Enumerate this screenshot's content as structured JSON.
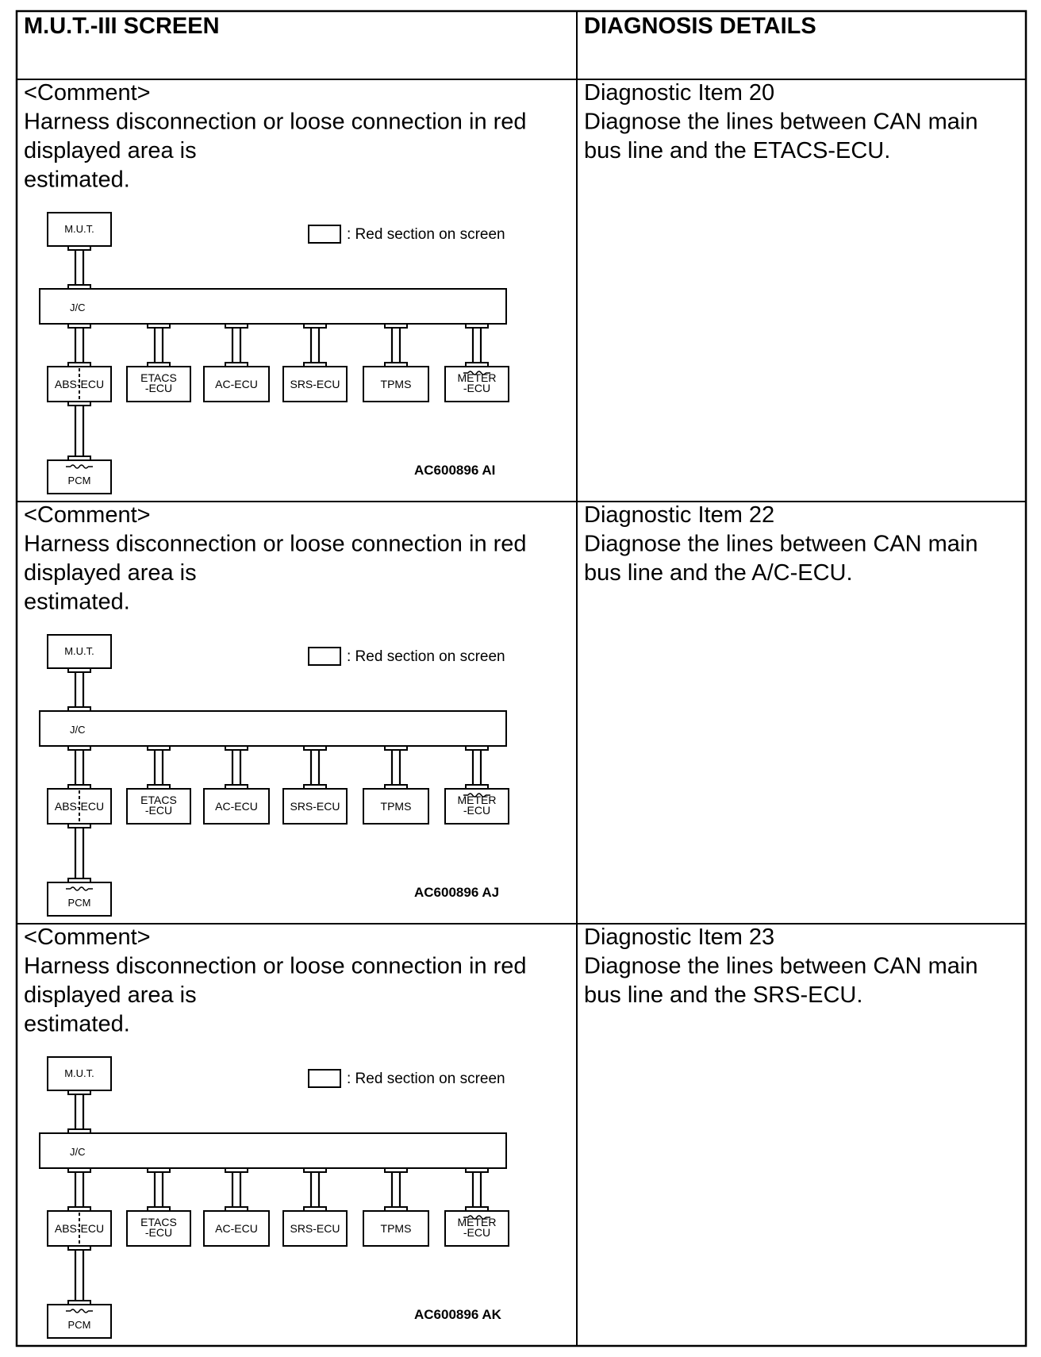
{
  "table": {
    "headers": [
      "M.U.T.-III SCREEN",
      "DIAGNOSIS DETAILS"
    ],
    "rows": [
      {
        "comment_lines": [
          "<Comment>",
          "Harness disconnection or loose connection in red",
          "displayed area is",
          "estimated."
        ],
        "detail_lines": [
          "Diagnostic Item 20",
          "Diagnose the lines between CAN main",
          "bus line and the ETACS-ECU."
        ],
        "figure_code": "AC600896 AI"
      },
      {
        "comment_lines": [
          "<Comment>",
          "Harness disconnection or loose connection in red",
          "displayed area is",
          "estimated."
        ],
        "detail_lines": [
          "Diagnostic Item 22",
          "Diagnose the lines between CAN main",
          "bus line and the A/C-ECU."
        ],
        "figure_code": "AC600896 AJ"
      },
      {
        "comment_lines": [
          "<Comment>",
          "Harness disconnection or loose connection in red",
          "displayed area is",
          "estimated."
        ],
        "detail_lines": [
          "Diagnostic Item 23",
          "Diagnose the lines between CAN main",
          "bus line and the SRS-ECU."
        ],
        "figure_code": "AC600896 AK"
      }
    ]
  },
  "diagram": {
    "mut_label": "M.U.T.",
    "legend": ": Red section on screen",
    "jc_label": "J/C",
    "pcm_label": "PCM",
    "ecus": [
      {
        "lines": [
          "ABS-ECU"
        ]
      },
      {
        "lines": [
          "ETACS",
          "-ECU"
        ]
      },
      {
        "lines": [
          "AC-ECU"
        ]
      },
      {
        "lines": [
          "SRS-ECU"
        ]
      },
      {
        "lines": [
          "TPMS"
        ]
      },
      {
        "lines": [
          "METER",
          "-ECU"
        ]
      }
    ]
  }
}
